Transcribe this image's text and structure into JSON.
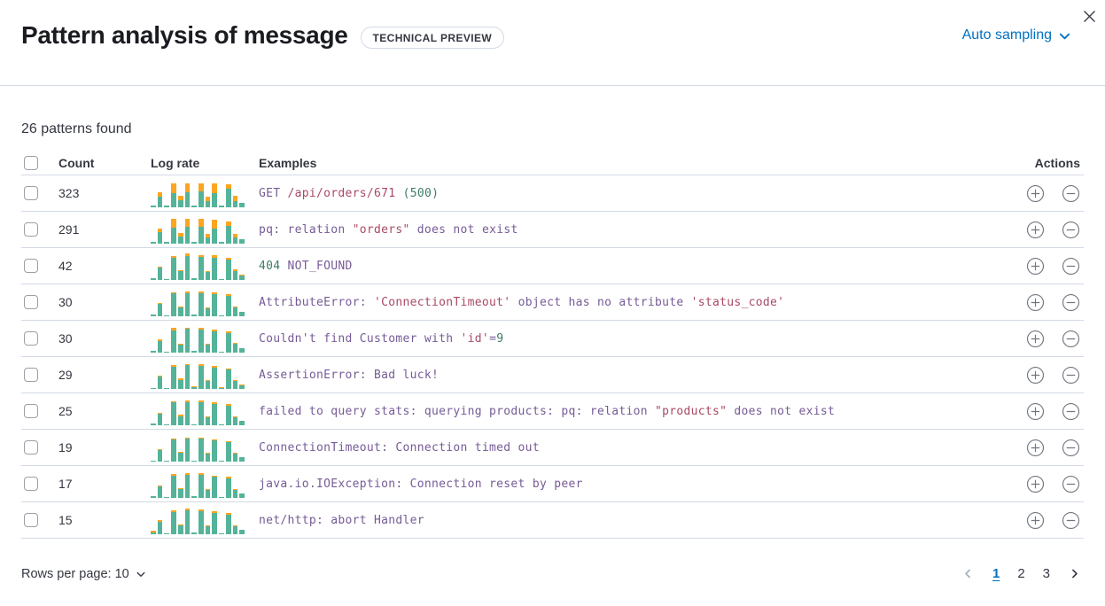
{
  "header": {
    "title": "Pattern analysis of message",
    "badge": "TECHNICAL PREVIEW",
    "sampling_label": "Auto sampling"
  },
  "summary": {
    "text": "26 patterns found"
  },
  "table": {
    "columns": {
      "count": "Count",
      "log_rate": "Log rate",
      "examples": "Examples",
      "actions": "Actions"
    },
    "rows": [
      {
        "count": "323",
        "spark": [
          [
            2,
            0
          ],
          [
            12,
            5
          ],
          [
            2,
            0
          ],
          [
            16,
            11
          ],
          [
            8,
            5
          ],
          [
            17,
            10
          ],
          [
            2,
            0
          ],
          [
            18,
            9
          ],
          [
            7,
            5
          ],
          [
            16,
            11
          ],
          [
            2,
            0
          ],
          [
            21,
            5
          ],
          [
            7,
            6
          ],
          [
            5,
            0
          ]
        ],
        "example": [
          {
            "t": "GET ",
            "c": "purple"
          },
          {
            "t": "/api/orders/671",
            "c": "rose"
          },
          {
            "t": " ",
            "c": "purple"
          },
          {
            "t": "(500)",
            "c": "green"
          }
        ]
      },
      {
        "count": "291",
        "spark": [
          [
            2,
            0
          ],
          [
            13,
            4
          ],
          [
            2,
            0
          ],
          [
            18,
            10
          ],
          [
            8,
            4
          ],
          [
            19,
            9
          ],
          [
            2,
            0
          ],
          [
            19,
            9
          ],
          [
            7,
            4
          ],
          [
            17,
            10
          ],
          [
            2,
            0
          ],
          [
            20,
            5
          ],
          [
            7,
            4
          ],
          [
            5,
            0
          ]
        ],
        "example": [
          {
            "t": "pq: relation ",
            "c": "purple"
          },
          {
            "t": "\"orders\"",
            "c": "rose"
          },
          {
            "t": " does not exist",
            "c": "purple"
          }
        ]
      },
      {
        "count": "42",
        "spark": [
          [
            2,
            0
          ],
          [
            14,
            1
          ],
          [
            1,
            0
          ],
          [
            25,
            2
          ],
          [
            10,
            1
          ],
          [
            27,
            3
          ],
          [
            2,
            0
          ],
          [
            26,
            2
          ],
          [
            9,
            1
          ],
          [
            25,
            3
          ],
          [
            1,
            0
          ],
          [
            23,
            2
          ],
          [
            10,
            2
          ],
          [
            5,
            1
          ]
        ],
        "example": [
          {
            "t": "404",
            "c": "green"
          },
          {
            "t": " NOT_FOUND",
            "c": "purple"
          }
        ]
      },
      {
        "count": "30",
        "spark": [
          [
            2,
            0
          ],
          [
            14,
            1
          ],
          [
            1,
            0
          ],
          [
            26,
            1
          ],
          [
            10,
            1
          ],
          [
            26,
            2
          ],
          [
            2,
            0
          ],
          [
            26,
            2
          ],
          [
            9,
            1
          ],
          [
            25,
            2
          ],
          [
            1,
            0
          ],
          [
            23,
            2
          ],
          [
            10,
            1
          ],
          [
            5,
            0
          ]
        ],
        "example": [
          {
            "t": "AttributeError: ",
            "c": "purple"
          },
          {
            "t": "'ConnectionTimeout'",
            "c": "rose"
          },
          {
            "t": " object has no attribute ",
            "c": "purple"
          },
          {
            "t": "'status_code'",
            "c": "rose"
          }
        ]
      },
      {
        "count": "30",
        "spark": [
          [
            2,
            0
          ],
          [
            13,
            2
          ],
          [
            1,
            0
          ],
          [
            25,
            3
          ],
          [
            9,
            1
          ],
          [
            27,
            1
          ],
          [
            2,
            0
          ],
          [
            26,
            2
          ],
          [
            9,
            1
          ],
          [
            24,
            2
          ],
          [
            1,
            0
          ],
          [
            22,
            2
          ],
          [
            10,
            1
          ],
          [
            5,
            0
          ]
        ],
        "example": [
          {
            "t": "Couldn't find Customer with ",
            "c": "purple"
          },
          {
            "t": "'id'",
            "c": "rose"
          },
          {
            "t": "=",
            "c": "purple"
          },
          {
            "t": "9",
            "c": "green"
          }
        ]
      },
      {
        "count": "29",
        "spark": [
          [
            1,
            0
          ],
          [
            14,
            1
          ],
          [
            1,
            0
          ],
          [
            25,
            2
          ],
          [
            10,
            2
          ],
          [
            27,
            1
          ],
          [
            2,
            1
          ],
          [
            26,
            2
          ],
          [
            9,
            1
          ],
          [
            24,
            2
          ],
          [
            1,
            1
          ],
          [
            22,
            1
          ],
          [
            9,
            1
          ],
          [
            4,
            1
          ]
        ],
        "example": [
          {
            "t": "AssertionError: Bad luck!",
            "c": "purple"
          }
        ]
      },
      {
        "count": "25",
        "spark": [
          [
            2,
            0
          ],
          [
            13,
            1
          ],
          [
            1,
            0
          ],
          [
            26,
            1
          ],
          [
            10,
            2
          ],
          [
            26,
            2
          ],
          [
            1,
            0
          ],
          [
            26,
            2
          ],
          [
            9,
            1
          ],
          [
            24,
            2
          ],
          [
            1,
            0
          ],
          [
            22,
            2
          ],
          [
            9,
            1
          ],
          [
            5,
            0
          ]
        ],
        "example": [
          {
            "t": "failed to query stats: querying products: pq: relation ",
            "c": "purple"
          },
          {
            "t": "\"products\"",
            "c": "rose"
          },
          {
            "t": " does not exist",
            "c": "purple"
          }
        ]
      },
      {
        "count": "19",
        "spark": [
          [
            1,
            0
          ],
          [
            13,
            1
          ],
          [
            1,
            0
          ],
          [
            25,
            1
          ],
          [
            10,
            1
          ],
          [
            26,
            1
          ],
          [
            1,
            0
          ],
          [
            26,
            1
          ],
          [
            9,
            1
          ],
          [
            24,
            1
          ],
          [
            1,
            0
          ],
          [
            22,
            1
          ],
          [
            9,
            1
          ],
          [
            5,
            0
          ]
        ],
        "example": [
          {
            "t": "ConnectionTimeout: Connection timed out",
            "c": "purple"
          }
        ]
      },
      {
        "count": "17",
        "spark": [
          [
            2,
            0
          ],
          [
            13,
            1
          ],
          [
            1,
            0
          ],
          [
            25,
            2
          ],
          [
            10,
            1
          ],
          [
            26,
            2
          ],
          [
            2,
            0
          ],
          [
            26,
            2
          ],
          [
            9,
            1
          ],
          [
            24,
            1
          ],
          [
            1,
            0
          ],
          [
            22,
            2
          ],
          [
            9,
            1
          ],
          [
            5,
            0
          ]
        ],
        "example": [
          {
            "t": "java.io.IOException: Connection reset by peer",
            "c": "purple"
          }
        ]
      },
      {
        "count": "15",
        "spark": [
          [
            2,
            2
          ],
          [
            14,
            2
          ],
          [
            1,
            0
          ],
          [
            25,
            2
          ],
          [
            10,
            1
          ],
          [
            27,
            2
          ],
          [
            2,
            0
          ],
          [
            26,
            2
          ],
          [
            9,
            1
          ],
          [
            24,
            2
          ],
          [
            1,
            0
          ],
          [
            22,
            2
          ],
          [
            9,
            1
          ],
          [
            5,
            0
          ]
        ],
        "example": [
          {
            "t": "net/http: abort Handler",
            "c": "purple"
          }
        ]
      }
    ]
  },
  "footer": {
    "rows_per_page_label": "Rows per page: 10",
    "pagination": {
      "pages": [
        "1",
        "2",
        "3"
      ],
      "active": "1"
    }
  },
  "colors": {
    "accent_blue": "#0071c2",
    "spark_teal": "#54b399",
    "spark_orange": "#fca521",
    "code_purple": "#765b96",
    "code_rose": "#a94964",
    "code_green": "#3d7c67",
    "row_border": "#d3dae6"
  }
}
